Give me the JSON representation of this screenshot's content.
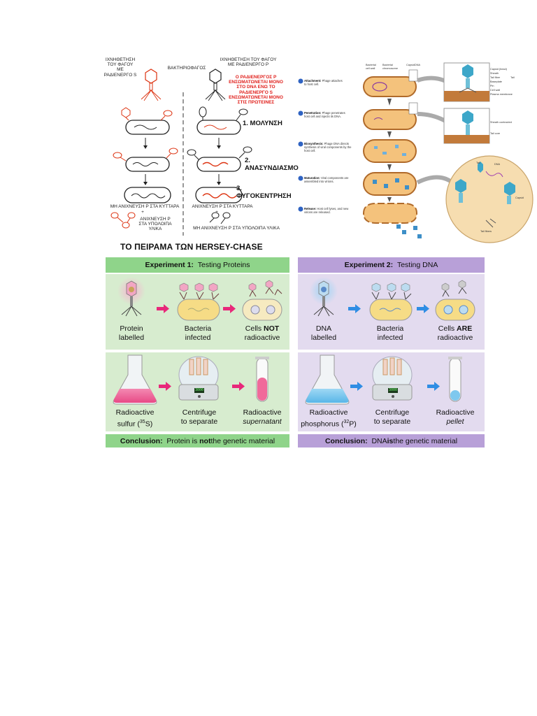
{
  "greek": {
    "label_left": "ΙΧΝΗΘΕΤΗΣΗ\nΤΟΥ ΦΑΓΟΥ\nΜΕ\nΡΑΔΙΕΝΕΡΓΟ S",
    "label_bacteriophage": "ΒΑΚΤΗΡΙΟΦΑΓΟΣ",
    "label_right": "ΙΧΝΗΘΕΤΗΣΗ ΤΟΥ ΦΑΓΟΥ\nΜΕ ΡΑΔΙΕΝΕΡΓΟ Ρ",
    "red_note": "Ο ΡΑΔΙΕΝΕΡΓΟΣ Ρ\nΕΝΣΩΜΑΤΩΝΕΤΑΙ ΜΟΝΟ\nΣΤΟ DNA ΕΝΩ ΤΟ\nΡΑΔΙΕΝΕΡΓΟ S\nΕΝΣΩΜΑΤΩΝΕΤΑΙ ΜΟΝΟ\nΣΤΙΣ ΠΡΩΤΕΙΝΕΣ",
    "step1": "1. ΜΟΛΥΝΣΗ",
    "step2": "2. ΑΝΑΣΥΝΔΙΑΣΜΟ",
    "step3": "3. ΦΥΓΟΚΕΝΤΡΗΣΗ",
    "left_result1": "ΜΗ ΑΝΙΧΝΕΥΣΗ Ρ ΣΤΑ ΚΥΤΤΑΡΑ",
    "left_plus": "+",
    "left_result2": "ΑΝΙΧΝΕΥΣΗ Ρ\nΣΤΑ ΥΠΟΛΟΙΠΑ\nΥΛΙΚΑ",
    "right_result1": "ΑΝΙΧΝΕΥΣΗ Ρ ΣΤΑ ΚΥΤΤΑΡΑ",
    "right_plus": "+",
    "right_result2": "ΜΗ ΑΝΙΧΝΕΥΣΗ Ρ ΣΤΑ ΥΠΟΛΟΙΠΑ ΥΛΙΚΑ",
    "title": "ΤΟ ΠΕΙΡΑΜΑ ΤΩΝ HERSEY-CHASE"
  },
  "lytic": {
    "top_labels": [
      "Bacterial\ncell wall",
      "Bacterial\nchromosome",
      "Capsid",
      "DNA"
    ],
    "right_labels": [
      "Capsid (head)",
      "Sheath",
      "Tail fiber",
      "Baseplate",
      "Pin",
      "Cell wall",
      "Plasma membrane"
    ],
    "tail_label": "Tail",
    "sheath_contracted": "Sheath contracted",
    "tail_core": "Tail core",
    "inset_labels": [
      "Tail",
      "DNA",
      "Capsid",
      "Tail fibers"
    ],
    "steps": [
      {
        "num": "1",
        "title": "Attachment:",
        "text": "Phage attaches\nto host cell."
      },
      {
        "num": "2",
        "title": "Penetration:",
        "text": "Phage penetrates\nhost cell and injects its DNA."
      },
      {
        "num": "3",
        "title": "Biosynthesis:",
        "text": "Phage DNA directs\nsynthesis of viral components by the\nhost cell."
      },
      {
        "num": "4",
        "title": "Maturation:",
        "text": "Viral components are\nassembled into virions."
      },
      {
        "num": "5",
        "title": "Release:",
        "text": "Host cell lyses, and new\nvirions are released."
      }
    ]
  },
  "hc": {
    "exp1_header_bold": "Experiment 1:",
    "exp1_header_rest": "Testing Proteins",
    "exp2_header_bold": "Experiment 2:",
    "exp2_header_rest": "Testing DNA",
    "exp1_row1": [
      {
        "l1": "Protein",
        "l2": "labelled"
      },
      {
        "l1": "Bacteria",
        "l2": "infected"
      },
      {
        "l1a": "Cells ",
        "l1b": "NOT",
        "l2": "radioactive"
      }
    ],
    "exp2_row1": [
      {
        "l1": "DNA",
        "l2": "labelled"
      },
      {
        "l1": "Bacteria",
        "l2": "infected"
      },
      {
        "l1a": "Cells ",
        "l1b": "ARE",
        "l2": "radioactive"
      }
    ],
    "exp1_row2": [
      {
        "l1": "Radioactive",
        "l2a": "sulfur (",
        "l2sup": "35",
        "l2b": "S)"
      },
      {
        "l1": "Centrifuge",
        "l2": "to separate"
      },
      {
        "l1": "Radioactive",
        "l2": "supernatant"
      }
    ],
    "exp2_row2": [
      {
        "l1": "Radioactive",
        "l2a": "phosphorus (",
        "l2sup": "32",
        "l2b": "P)"
      },
      {
        "l1": "Centrifuge",
        "l2": "to separate"
      },
      {
        "l1": "Radioactive",
        "l2": "pellet"
      }
    ],
    "centrifuge_display": "3000",
    "exp1_conclusion_bold": "Conclusion:",
    "exp1_conclusion_a": "Protein is ",
    "exp1_conclusion_b": "not",
    "exp1_conclusion_c": " the genetic material",
    "exp2_conclusion_bold": "Conclusion:",
    "exp2_conclusion_a": "DNA ",
    "exp2_conclusion_b": "is",
    "exp2_conclusion_c": " the genetic material"
  },
  "colors": {
    "exp1_header": "#8fd48a",
    "exp1_panel": "#d7eccf",
    "exp2_header": "#b8a0d8",
    "exp2_panel": "#e3dbef",
    "protein_arrow": "#e8287a",
    "dna_arrow": "#2f8de4",
    "pink_liquid": "#f06a9a",
    "blue_liquid": "#7ec8ee",
    "bacteria": "#f6dc86",
    "greek_red": "#e0201c"
  }
}
